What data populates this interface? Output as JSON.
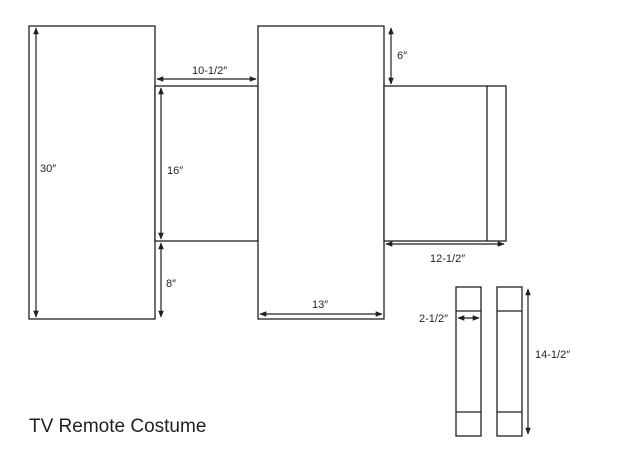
{
  "title": "TV Remote Costume",
  "dimensions": {
    "front_height": "30″",
    "top_gap_width": "10-1/2″",
    "side_height": "16″",
    "bottom_gap_height": "8″",
    "back_width": "13″",
    "top_offset": "6″",
    "flap_width": "12-1/2″",
    "strip_width": "2-1/2″",
    "strip_height": "14-1/2″"
  },
  "colors": {
    "line": "#231f20",
    "background": "#ffffff"
  }
}
